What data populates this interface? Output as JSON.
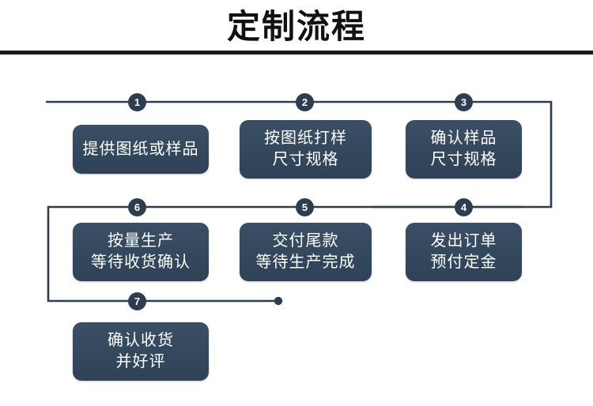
{
  "header": {
    "title": "定制流程"
  },
  "flow": {
    "accent_color": "#2d3e50",
    "box_color": "#34495e",
    "line_color": "#2d3e50",
    "divider_color": "#1a1a1a",
    "steps": [
      {
        "number": "1",
        "lines": [
          "提供图纸或样品"
        ],
        "row": 1
      },
      {
        "number": "2",
        "lines": [
          "按图纸打样",
          "尺寸规格"
        ],
        "row": 1
      },
      {
        "number": "3",
        "lines": [
          "确认样品",
          "尺寸规格"
        ],
        "row": 1
      },
      {
        "number": "4",
        "lines": [
          "发出订单",
          "预付定金"
        ],
        "row": 2
      },
      {
        "number": "5",
        "lines": [
          "交付尾款",
          "等待生产完成"
        ],
        "row": 2
      },
      {
        "number": "6",
        "lines": [
          "按量生产",
          "等待收货确认"
        ],
        "row": 2
      },
      {
        "number": "7",
        "lines": [
          "确认收货",
          "并好评"
        ],
        "row": 3
      }
    ]
  }
}
